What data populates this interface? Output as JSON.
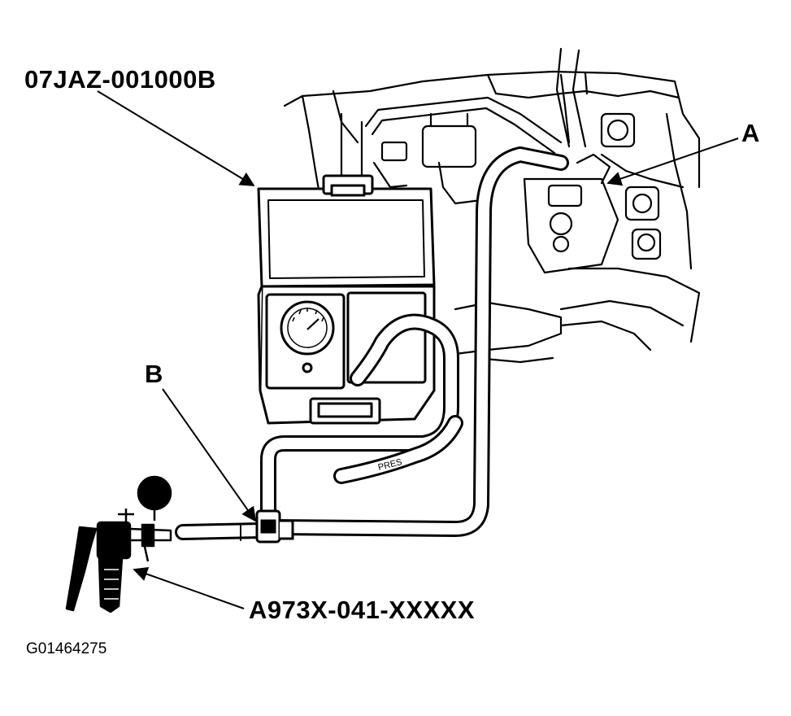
{
  "labels": {
    "tester_part_number": "07JAZ-001000B",
    "pump_part_number": "A973X-041-XXXXX",
    "callout_a": "A",
    "callout_b": "B",
    "hose_marking": "PRES",
    "figure_id": "G01464275"
  },
  "colors": {
    "ink": "#000000",
    "paper": "#ffffff"
  }
}
